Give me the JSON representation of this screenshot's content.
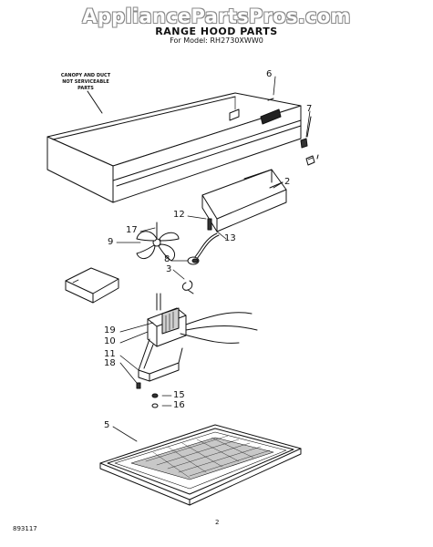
{
  "watermark": "AppliancePartsPros.com",
  "header": {
    "title": "RANGE HOOD PARTS",
    "subtitle": "For Model: RH2730XWW0"
  },
  "note": {
    "line1": "CANOPY AND DUCT",
    "line2": "NOT SERVICEABLE",
    "line3": "PARTS"
  },
  "callouts": {
    "c6": "6",
    "c7": "7",
    "c2": "2",
    "c12": "12",
    "c17": "17",
    "c9": "9",
    "c13": "13",
    "c8": "8",
    "c3": "3",
    "c19": "19",
    "c10": "10",
    "c11": "11",
    "c18": "18",
    "c15": "15",
    "c16": "16",
    "c5": "5"
  },
  "footer": {
    "code": "893117",
    "page": "2"
  }
}
